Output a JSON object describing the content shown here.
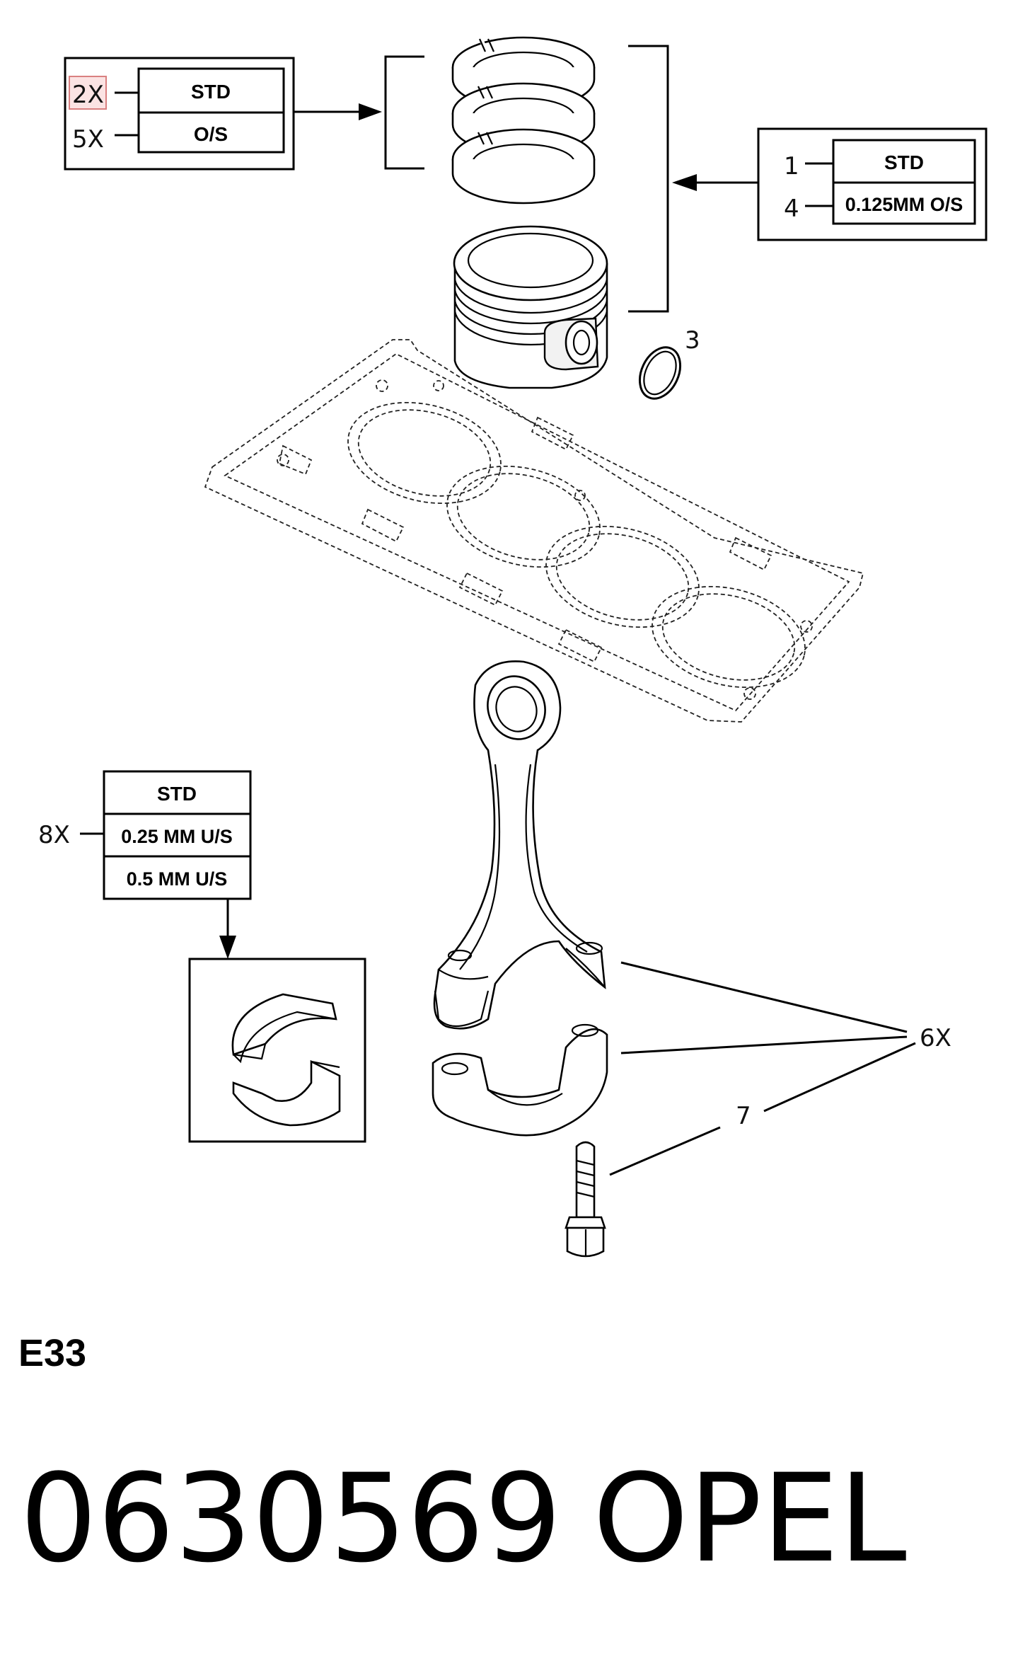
{
  "rings_box": {
    "qty_std": "2X",
    "qty_os": "5X",
    "std_label": "STD",
    "os_label": "O/S"
  },
  "piston_box": {
    "qty_std": "1",
    "qty_os": "4",
    "std_label": "STD",
    "os_label": "0.125MM O/S"
  },
  "callout_circlip": "3",
  "bearing_box": {
    "qty": "8X",
    "std_label": "STD",
    "us1_label": "0.25 MM U/S",
    "us2_label": "0.5 MM U/S"
  },
  "callout_nuts": "6X",
  "callout_bolt": "7",
  "figure_code": "E33",
  "part_number": "0630569",
  "brand": "OPEL"
}
